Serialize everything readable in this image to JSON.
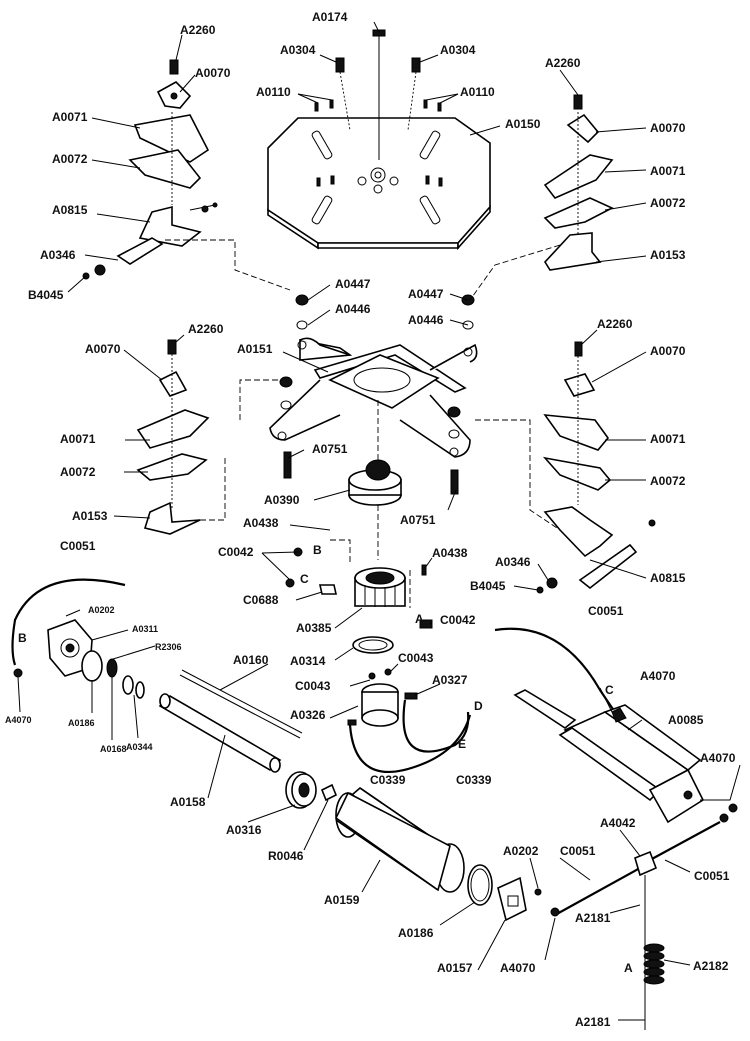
{
  "labels": {
    "a0174": "A0174",
    "a2260_1": "A2260",
    "a0070_1": "A0070",
    "a0304_l": "A0304",
    "a0304_r": "A0304",
    "a2260_2": "A2260",
    "a0071_1": "A0071",
    "a0110_l": "A0110",
    "a0110_r": "A0110",
    "a0150": "A0150",
    "a0070_2": "A0070",
    "a0072_1": "A0072",
    "a0071_2": "A0071",
    "a0815_1": "A0815",
    "a0072_2": "A0072",
    "a0346_1": "A0346",
    "a0153_1": "A0153",
    "b4045_1": "B4045",
    "a0447_l": "A0447",
    "a0447_r": "A0447",
    "a0446_l": "A0446",
    "a0446_r": "A0446",
    "a2260_3": "A2260",
    "a2260_4": "A2260",
    "a0151": "A0151",
    "a0070_3": "A0070",
    "a0070_4": "A0070",
    "a0071_3": "A0071",
    "a0071_4": "A0071",
    "a0751_l": "A0751",
    "a0072_3": "A0072",
    "a0072_4": "A0072",
    "a0390": "A0390",
    "a0751_r": "A0751",
    "a0153_2": "A0153",
    "a0438_l": "A0438",
    "a0438_r": "A0438",
    "c0051_1": "C0051",
    "c0042_1": "C0042",
    "b_1": "B",
    "a0346_2": "A0346",
    "c_1": "C",
    "b4045_2": "B4045",
    "a0815_2": "A0815",
    "c0688": "C0688",
    "a0202_1": "A0202",
    "a0311": "A0311",
    "b_2": "B",
    "a0385": "A0385",
    "a_1": "A",
    "c0042_2": "C0042",
    "r2306": "R2306",
    "c0051_2": "C0051",
    "a0160": "A0160",
    "a0314": "A0314",
    "c0043_1": "C0043",
    "c0043_2": "C0043",
    "a4070_1": "A4070",
    "a0186_1": "A0186",
    "a0327": "A0327",
    "c_2": "C",
    "a4070_2": "A4070",
    "a0168": "A0168",
    "a0326": "A0326",
    "d": "D",
    "a0085": "A0085",
    "a0344": "A0344",
    "e": "E",
    "c0339_l": "C0339",
    "c0339_r": "C0339",
    "a4070_3": "A4070",
    "a0158": "A0158",
    "a0316": "A0316",
    "a4042": "A4042",
    "r0046": "R0046",
    "c0051_3": "C0051",
    "c0051_4": "C0051",
    "a0202_2": "A0202",
    "a0159": "A0159",
    "a0186_2": "A0186",
    "a2181_1": "A2181",
    "a4070_4": "A4070",
    "a0157": "A0157",
    "a_2": "A",
    "a2182": "A2182",
    "a2181_2": "A2181"
  }
}
